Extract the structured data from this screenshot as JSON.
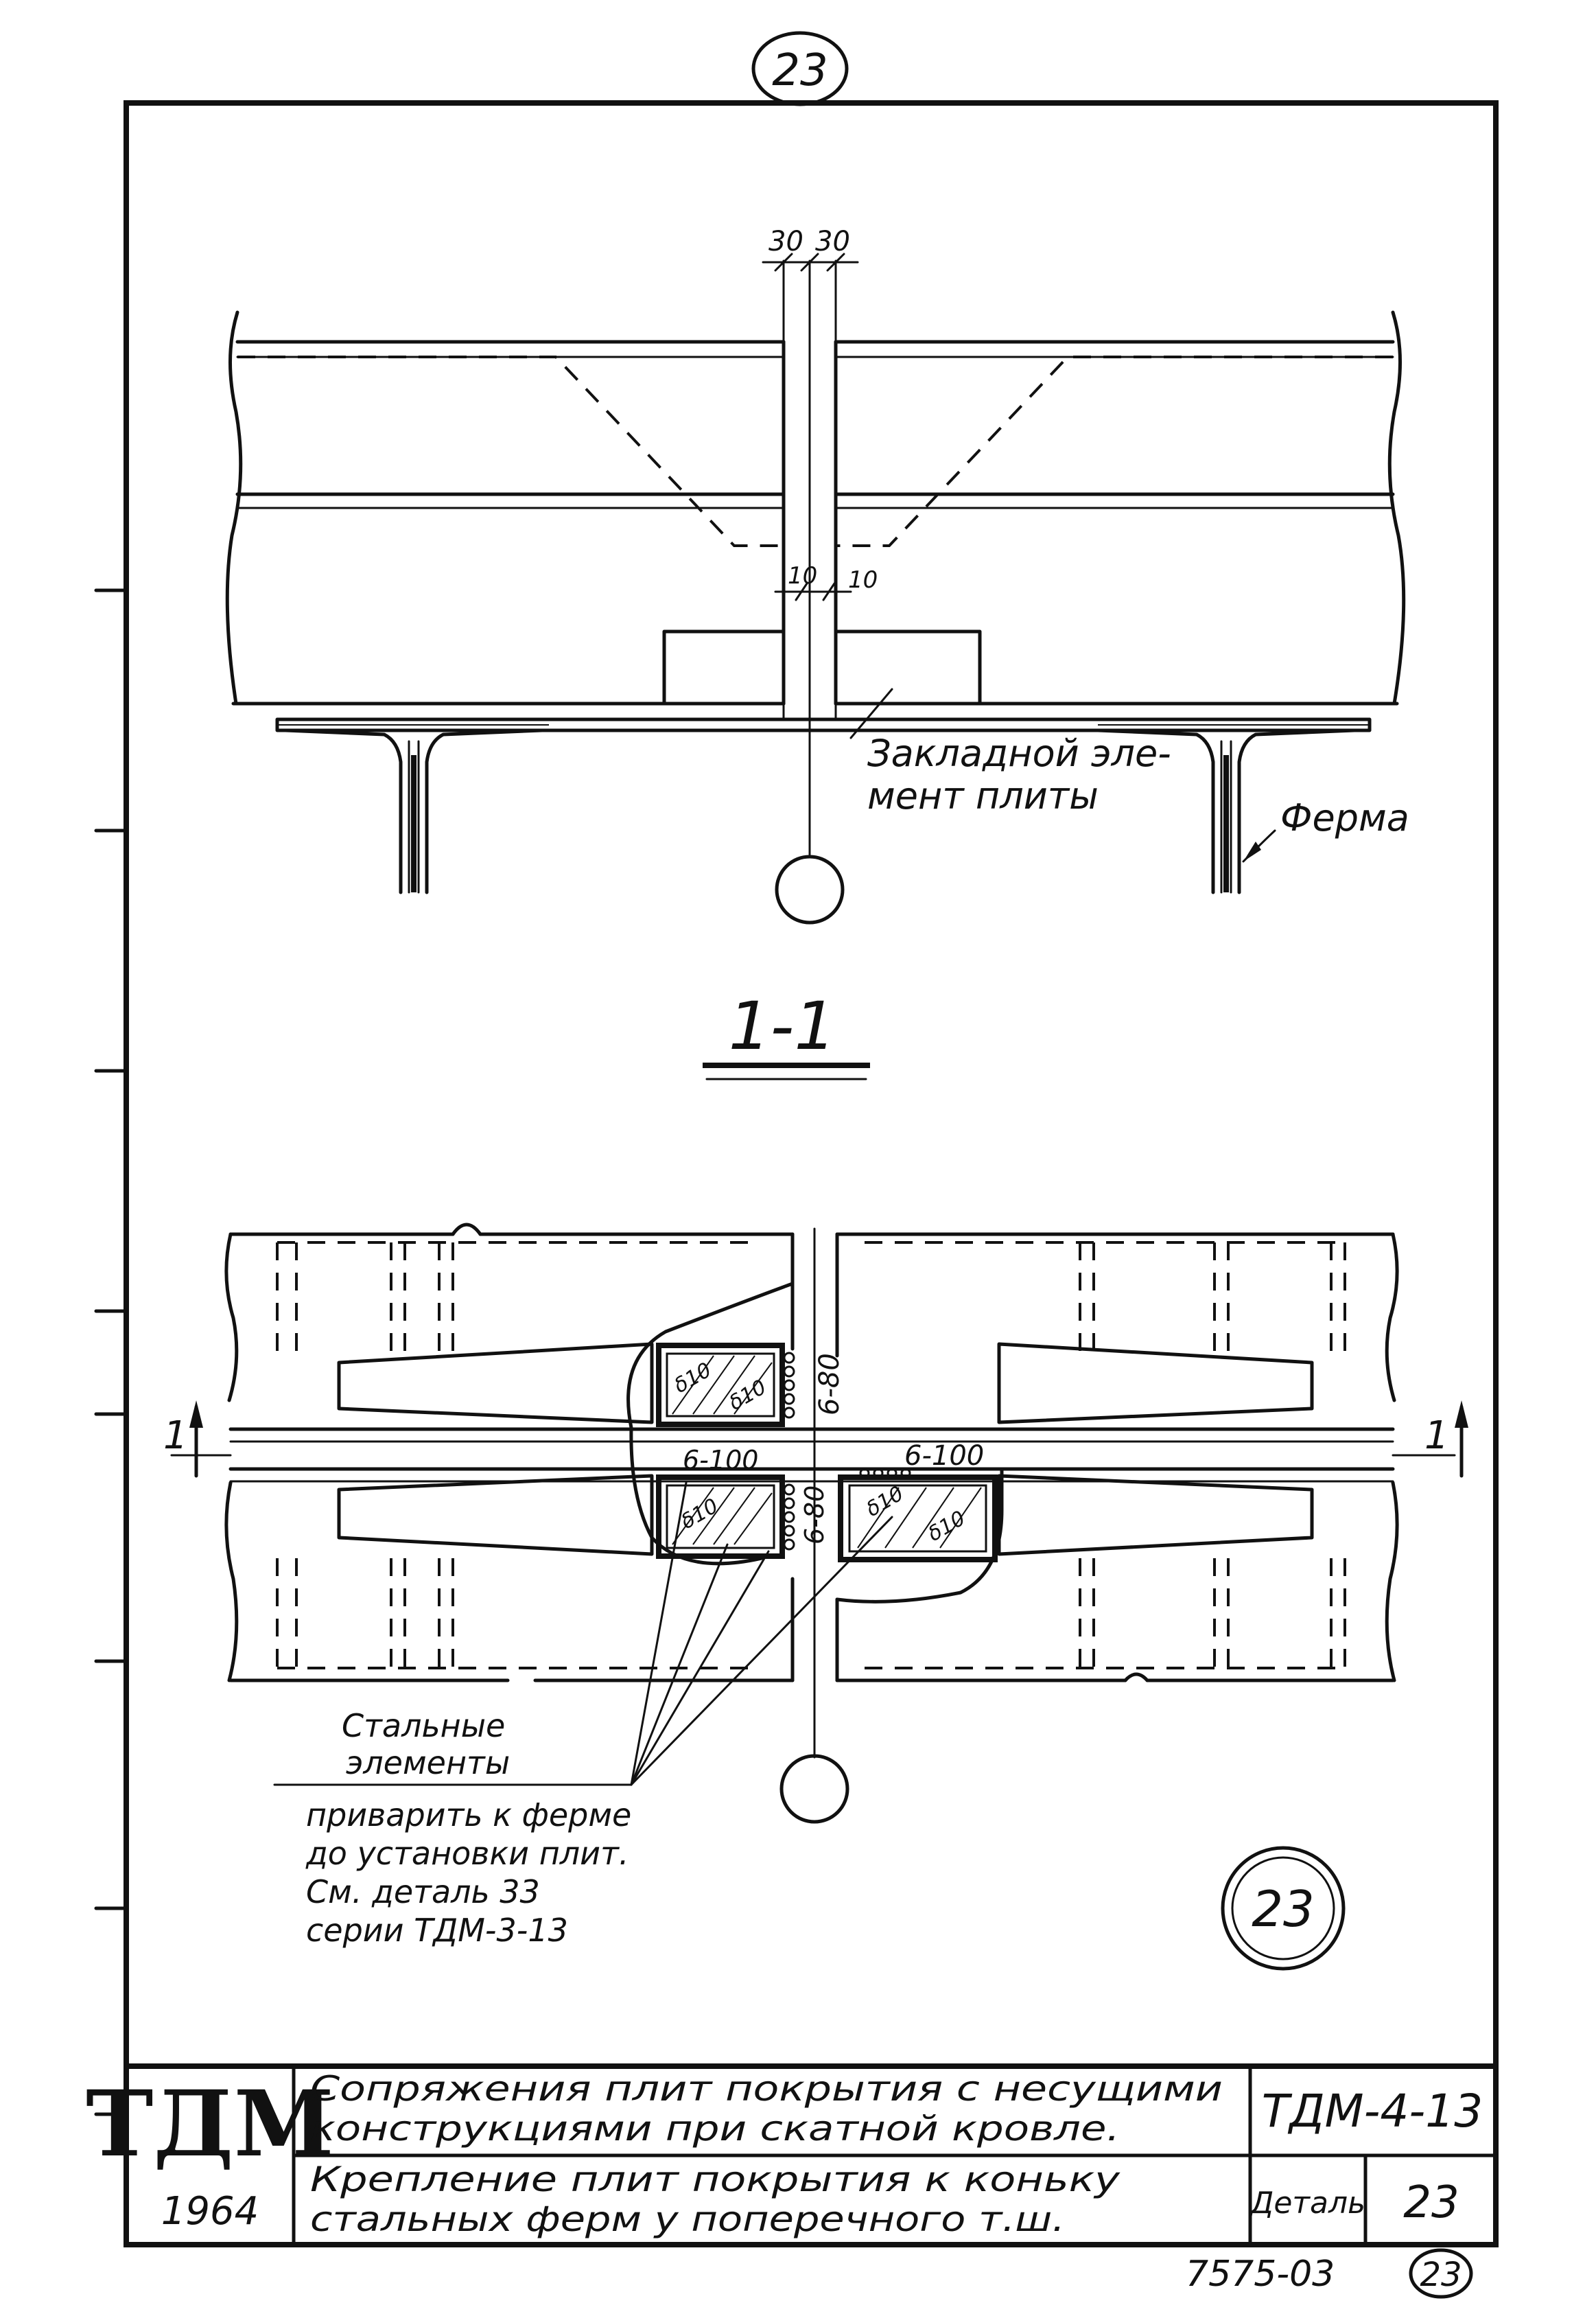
{
  "sheet_number": "23",
  "detail_badge": "23",
  "section_label": "1-1",
  "section_mark": "1",
  "top_view": {
    "dim_30_left": "30",
    "dim_30_right": "30",
    "dim_10_left": "10",
    "dim_10_right": "10",
    "embedded_element_line1": "Закладной эле-",
    "embedded_element_line2": "мент плиты",
    "truss_label": "Ферма"
  },
  "plan_view": {
    "weld_label_a": "6-80",
    "weld_label_b": "6-100",
    "weld_label_c": "6-100",
    "weld_label_d": "6-80",
    "thickness_mark": "δ10",
    "note_heading_line1": "Стальные",
    "note_heading_line2": "элементы",
    "note_lines": [
      "приварить к ферме",
      "до установки плит.",
      "См. деталь 33",
      "серии ТДМ-3-13"
    ]
  },
  "title_block": {
    "logo": "ТДМ",
    "year": "1964",
    "title_line1": "Сопряжения плит покрытия с несущими",
    "title_line2": "конструкциями при скатной кровле.",
    "subtitle_line1": "Крепление плит покрытия к коньку",
    "subtitle_line2": "стальных ферм у поперечного т.ш.",
    "series": "ТДМ-4-13",
    "detail_label": "Деталь",
    "detail_number": "23",
    "archive_number": "7575-03",
    "corner_number": "23"
  }
}
